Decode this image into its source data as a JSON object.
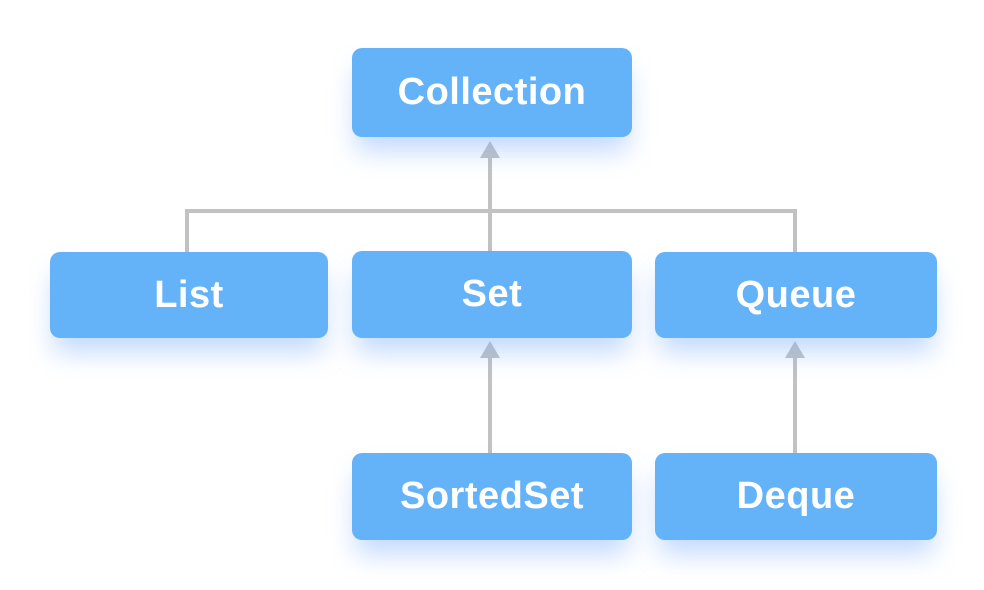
{
  "diagram": {
    "colors": {
      "node_fill": "#64b2f8",
      "node_text": "#ffffff",
      "connector": "#c2c2c2",
      "background": "#ffffff"
    },
    "nodes": [
      {
        "id": "collection",
        "label": "Collection"
      },
      {
        "id": "list",
        "label": "List"
      },
      {
        "id": "set",
        "label": "Set"
      },
      {
        "id": "queue",
        "label": "Queue"
      },
      {
        "id": "sortedset",
        "label": "SortedSet"
      },
      {
        "id": "deque",
        "label": "Deque"
      }
    ],
    "edges": [
      {
        "from": "List",
        "to": "Collection",
        "style": "arrow-up"
      },
      {
        "from": "Set",
        "to": "Collection",
        "style": "arrow-up"
      },
      {
        "from": "Queue",
        "to": "Collection",
        "style": "arrow-up"
      },
      {
        "from": "SortedSet",
        "to": "Set",
        "style": "arrow-up"
      },
      {
        "from": "Deque",
        "to": "Queue",
        "style": "arrow-up"
      }
    ]
  }
}
